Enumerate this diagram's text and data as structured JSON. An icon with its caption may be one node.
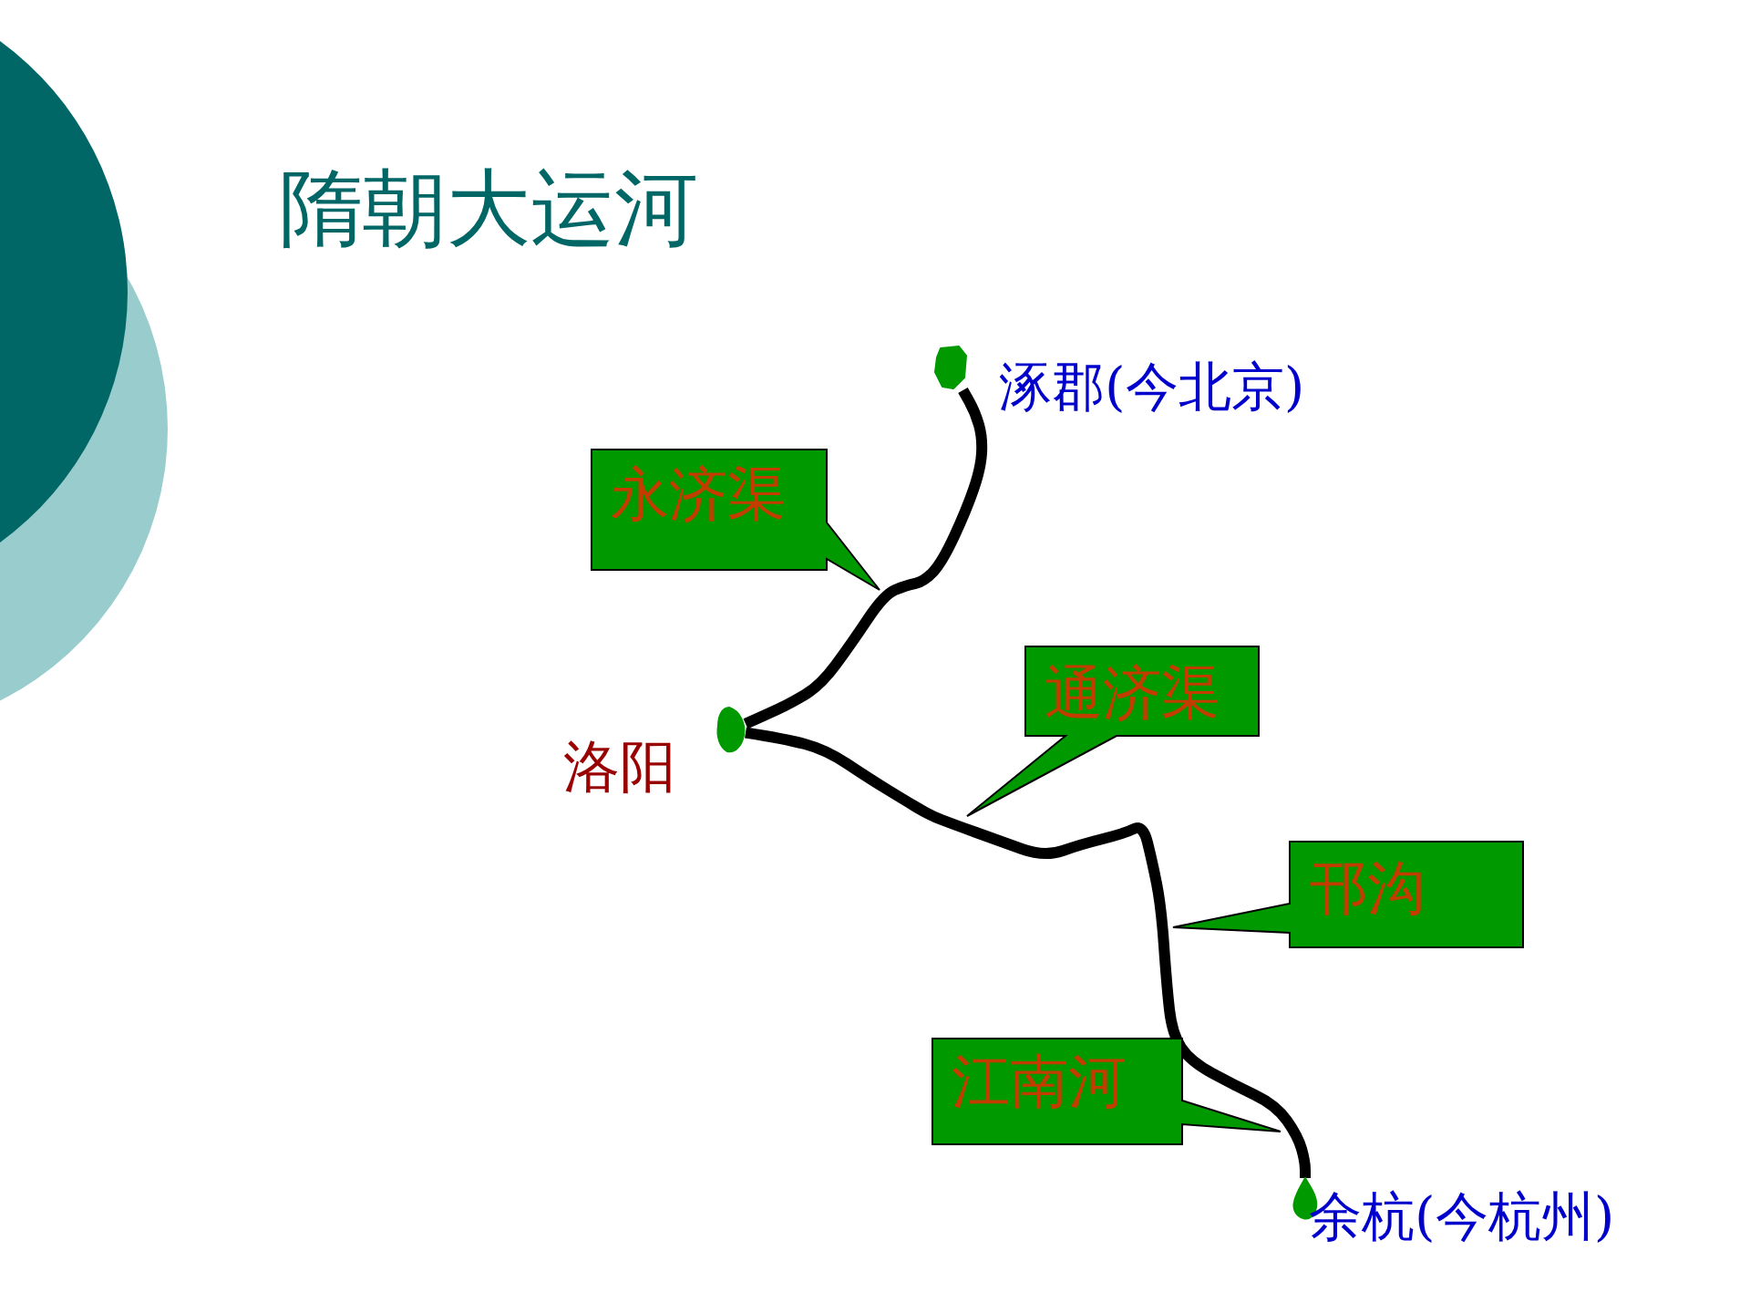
{
  "diagram": {
    "title": "隋朝大运河",
    "nodes": [
      {
        "text": [],
        "shape": "circle",
        "beside": [
          "涿郡(今北京)"
        ]
      },
      {
        "text": [
          "永济渠"
        ]
      },
      {
        "text": [],
        "shape": "circle",
        "beside": [
          "洛阳"
        ]
      },
      {
        "text": [
          "通济渠"
        ]
      },
      {
        "text": [
          "邗沟"
        ]
      },
      {
        "text": [
          "江南河"
        ]
      },
      {
        "text": [],
        "shape": "circle",
        "beside": [
          "余杭(今杭州)"
        ]
      }
    ],
    "edges": [
      {
        "from": 2,
        "to": 0,
        "arrow": "none"
      },
      {
        "from": 2,
        "to": 6,
        "arrow": "none"
      }
    ]
  }
}
